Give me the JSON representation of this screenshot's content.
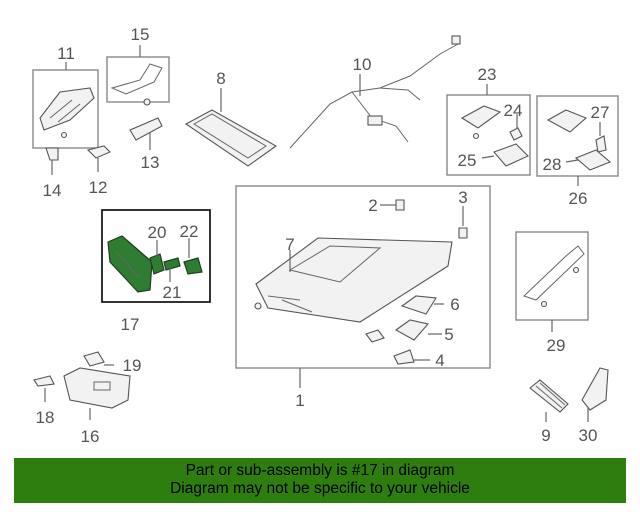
{
  "callouts": {
    "c1": "1",
    "c2": "2",
    "c3": "3",
    "c4": "4",
    "c5": "5",
    "c6": "6",
    "c7": "7",
    "c8": "8",
    "c9": "9",
    "c10": "10",
    "c11": "11",
    "c12": "12",
    "c13": "13",
    "c14": "14",
    "c15": "15",
    "c16": "16",
    "c17": "17",
    "c18": "18",
    "c19": "19",
    "c20": "20",
    "c21": "21",
    "c22": "22",
    "c23": "23",
    "c24": "24",
    "c25": "25",
    "c26": "26",
    "c27": "27",
    "c28": "28",
    "c29": "29",
    "c30": "30"
  },
  "highlight": {
    "color": "#2e7d32"
  },
  "banner": {
    "background": "#2e7d0f",
    "line1": "Part or sub-assembly is #17 in diagram",
    "line2": "Diagram may not be specific to your vehicle"
  }
}
